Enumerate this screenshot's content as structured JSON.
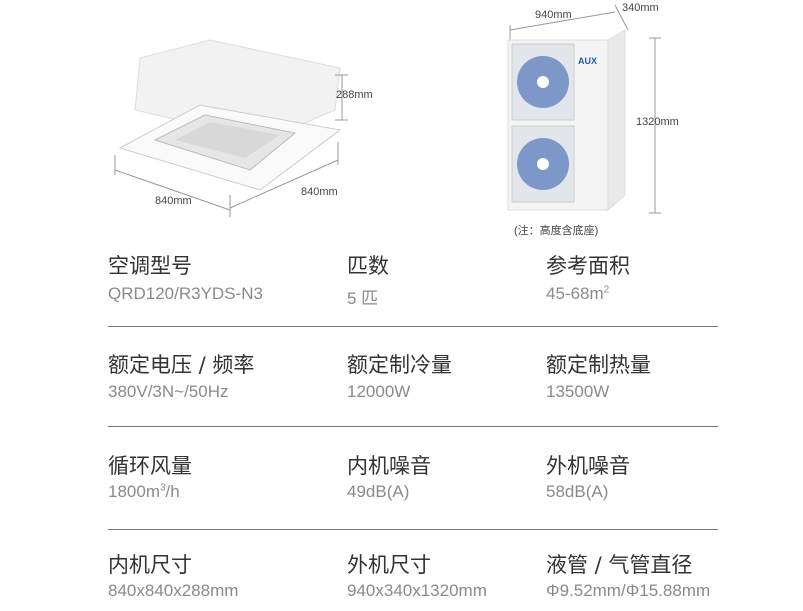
{
  "images": {
    "indoor": {
      "height": "288mm",
      "depth": "840mm",
      "width": "840mm"
    },
    "outdoor": {
      "width": "940mm",
      "depth": "340mm",
      "height": "1320mm",
      "brand": "AUX",
      "note": "(注：高度含底座)"
    }
  },
  "specs": [
    {
      "label": "空调型号",
      "value": "QRD120/R3YDS-N3"
    },
    {
      "label": "匹数",
      "value": "5 匹"
    },
    {
      "label": "参考面积",
      "value": "45-68m",
      "sup": "2"
    },
    {
      "label": "额定电压 / 频率",
      "value": "380V/3N~/50Hz"
    },
    {
      "label": "额定制冷量",
      "value": "12000W"
    },
    {
      "label": "额定制热量",
      "value": "13500W"
    },
    {
      "label": "循环风量",
      "value": "1800m",
      "sup": "3",
      "suffix": "/h"
    },
    {
      "label": "内机噪音",
      "value": "49dB(A)"
    },
    {
      "label": "外机噪音",
      "value": "58dB(A)"
    },
    {
      "label": "内机尺寸",
      "value": "840x840x288mm"
    },
    {
      "label": "外机尺寸",
      "value": "940x340x1320mm"
    },
    {
      "label": "液管 / 气管直径",
      "value": "Φ9.52mm/Φ15.88mm"
    }
  ]
}
